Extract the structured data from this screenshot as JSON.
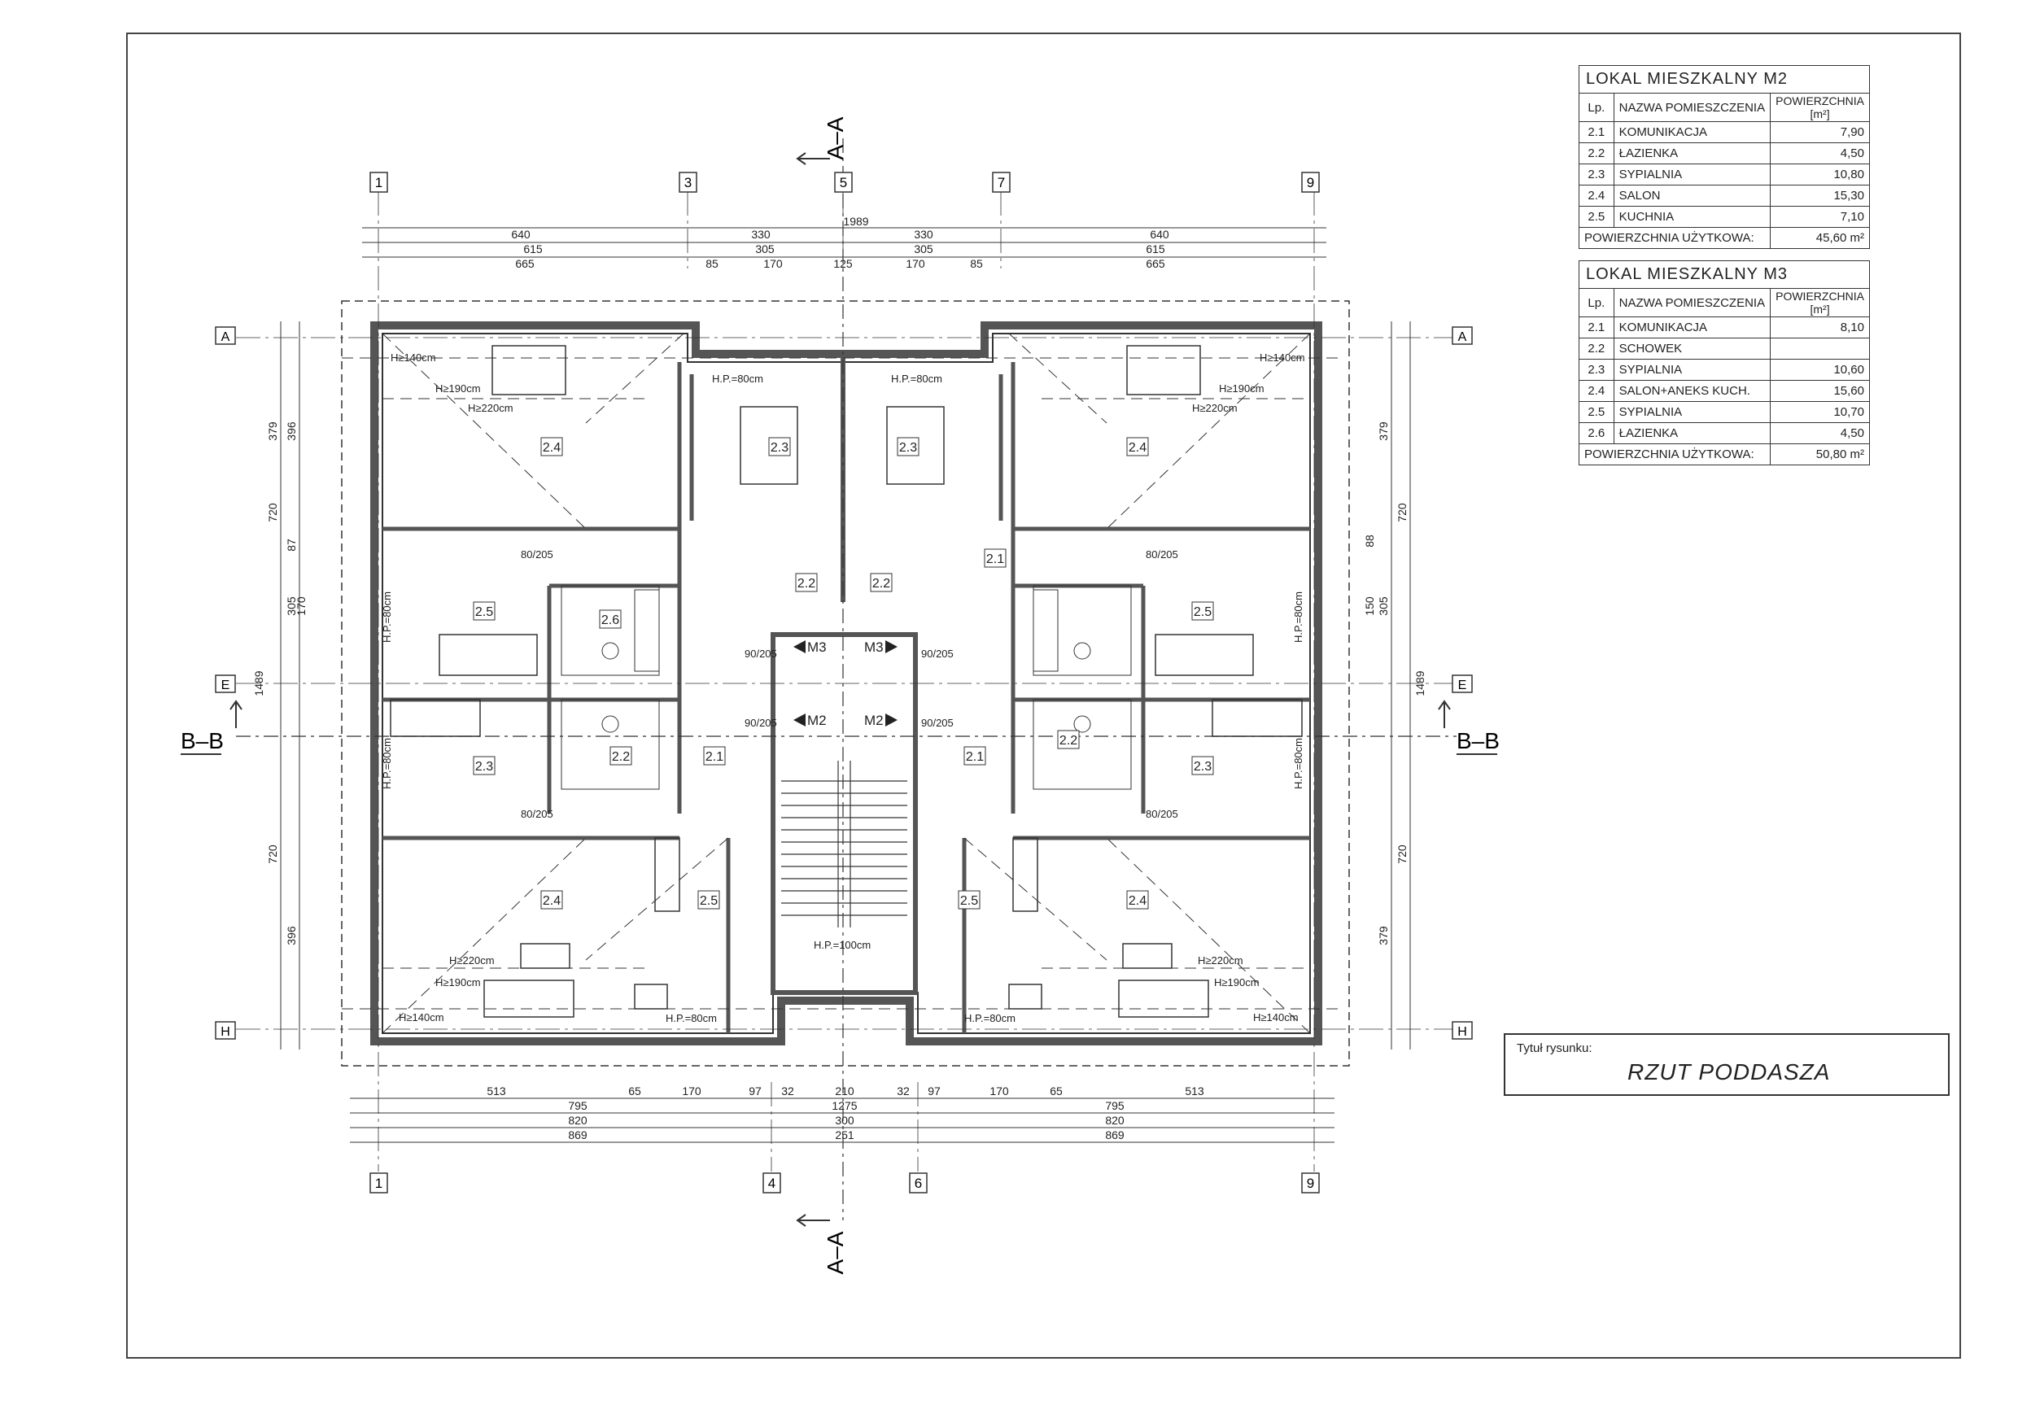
{
  "floor_plan": {
    "grid_top": [
      "1",
      "3",
      "5",
      "7",
      "9"
    ],
    "grid_bottom": [
      "1",
      "4",
      "6",
      "9"
    ],
    "grid_side": [
      "A",
      "E",
      "H"
    ],
    "section_aa": "A–A",
    "section_bb": "B–B",
    "top_dims_row1": [
      "640",
      "330",
      "1989",
      "330",
      "640"
    ],
    "top_dims_row2": [
      "615",
      "305",
      "305",
      "615"
    ],
    "top_dims_row3": [
      "665",
      "85",
      "170",
      "125",
      "170",
      "85",
      "665"
    ],
    "bottom_dims_row1": [
      "513",
      "65",
      "170",
      "97",
      "32",
      "210",
      "32",
      "97",
      "170",
      "65",
      "513"
    ],
    "bottom_dims_row2": [
      "795",
      "1275",
      "795"
    ],
    "bottom_dims_row3": [
      "820",
      "300",
      "820"
    ],
    "bottom_dims_row4": [
      "869",
      "251",
      "869"
    ],
    "side_dims": [
      "379",
      "396",
      "720",
      "87",
      "305",
      "170",
      "1489",
      "150",
      "88"
    ],
    "room_tags": [
      "2.1",
      "2.2",
      "2.3",
      "2.4",
      "2.5",
      "2.6"
    ],
    "stair_labels": [
      "M3",
      "M2"
    ],
    "annotations": [
      "H≥140cm",
      "H≥190cm",
      "H≥220cm",
      "H.P.=80cm",
      "H.P.=100cm"
    ],
    "door_labels": [
      "80/205",
      "90/205"
    ]
  },
  "tables": {
    "m2": {
      "title": "LOKAL MIESZKALNY M2",
      "col_lp": "Lp.",
      "col_name": "NAZWA POMIESZCZENIA",
      "col_area": "POWIERZCHNIA",
      "col_unit": "[m²]",
      "rows": [
        {
          "lp": "2.1",
          "name": "KOMUNIKACJA",
          "area": "7,90"
        },
        {
          "lp": "2.2",
          "name": "ŁAZIENKA",
          "area": "4,50"
        },
        {
          "lp": "2.3",
          "name": "SYPIALNIA",
          "area": "10,80"
        },
        {
          "lp": "2.4",
          "name": "SALON",
          "area": "15,30"
        },
        {
          "lp": "2.5",
          "name": "KUCHNIA",
          "area": "7,10"
        }
      ],
      "total_label": "POWIERZCHNIA UŻYTKOWA:",
      "total_value": "45,60 m²"
    },
    "m3": {
      "title": "LOKAL MIESZKALNY M3",
      "col_lp": "Lp.",
      "col_name": "NAZWA POMIESZCZENIA",
      "col_area": "POWIERZCHNIA",
      "col_unit": "[m²]",
      "rows": [
        {
          "lp": "2.1",
          "name": "KOMUNIKACJA",
          "area": "8,10"
        },
        {
          "lp": "2.2",
          "name": "SCHOWEK",
          "area": ""
        },
        {
          "lp": "2.3",
          "name": "SYPIALNIA",
          "area": "10,60"
        },
        {
          "lp": "2.4",
          "name": "SALON+ANEKS KUCH.",
          "area": "15,60"
        },
        {
          "lp": "2.5",
          "name": "SYPIALNIA",
          "area": "10,70"
        },
        {
          "lp": "2.6",
          "name": "ŁAZIENKA",
          "area": "4,50"
        }
      ],
      "total_label": "POWIERZCHNIA UŻYTKOWA:",
      "total_value": "50,80 m²"
    }
  },
  "title_block": {
    "label": "Tytuł rysunku:",
    "title": "RZUT PODDASZA"
  }
}
